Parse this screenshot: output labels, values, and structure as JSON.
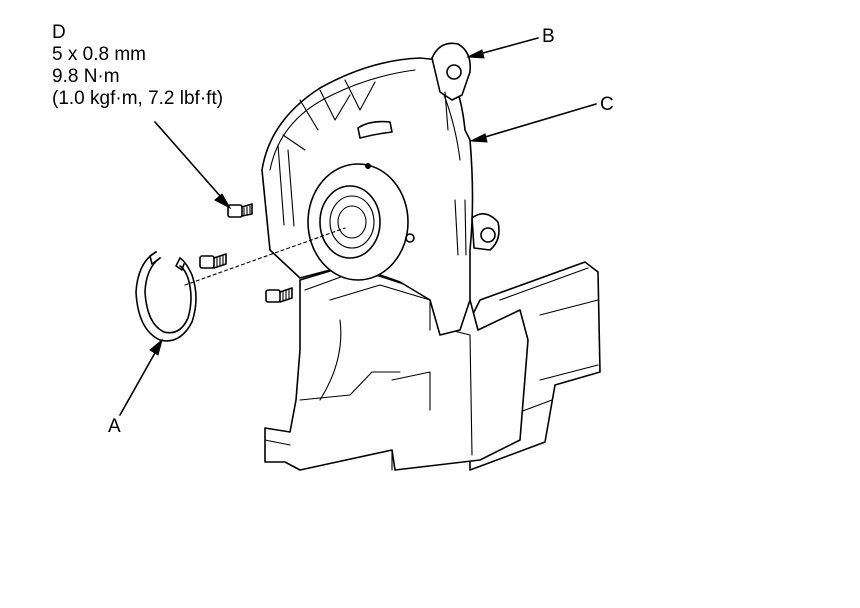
{
  "labels": {
    "a": "A",
    "b": "B",
    "c": "C",
    "d": "D"
  },
  "spec_d": {
    "thread": "5 x 0.8 mm",
    "torque_nm": "9.8 N·m",
    "torque_alt": "(1.0 kgf·m, 7.2 lbf·ft)"
  },
  "colors": {
    "line": "#000000",
    "background": "#ffffff"
  }
}
